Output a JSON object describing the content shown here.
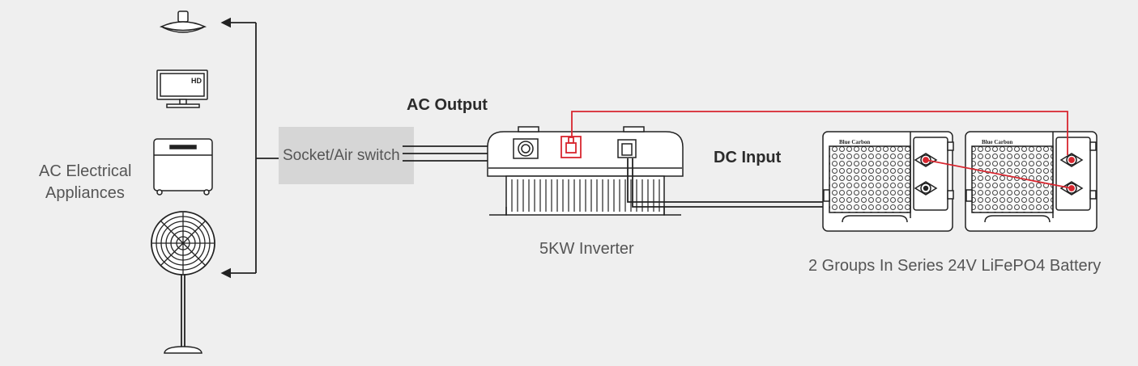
{
  "labels": {
    "appliances_line1": "AC Electrical",
    "appliances_line2": "Appliances",
    "socket": "Socket/Air switch",
    "ac_output": "AC Output",
    "dc_input": "DC Input",
    "inverter": "5KW Inverter",
    "battery": "2 Groups In Series 24V LiFePO4 Battery",
    "tv_badge": "HD",
    "battery_brand": "Blue Carbon"
  },
  "colors": {
    "background": "#efefef",
    "line": "#222222",
    "red_wire": "#d8262f",
    "socket_box": "#d6d6d6"
  }
}
